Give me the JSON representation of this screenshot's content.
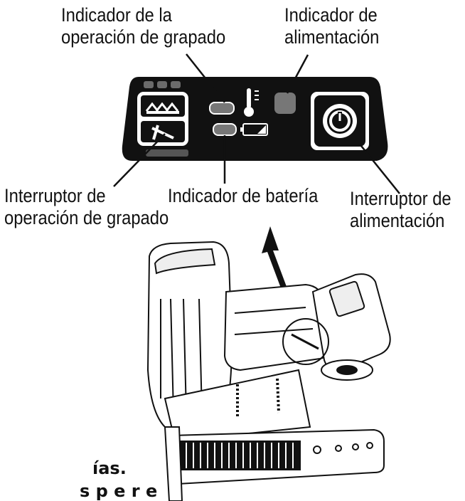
{
  "labels": {
    "stapling_indicator": [
      "Indicador de la",
      "operación de grapado"
    ],
    "power_indicator": [
      "Indicador de",
      "alimentación"
    ],
    "stapling_switch": [
      "Interruptor de",
      "operación de grapado"
    ],
    "battery_indicator": [
      "Indicador de batería"
    ],
    "power_switch": [
      "Interruptor de",
      "alimentación"
    ]
  },
  "page_fragments": {
    "line1": "ías.",
    "line2": "s p e r e"
  },
  "icons": [
    "thermometer-icon",
    "battery-icon",
    "power-icon",
    "staple-mode-icon",
    "single-staple-icon",
    "arrow-up-icon"
  ]
}
